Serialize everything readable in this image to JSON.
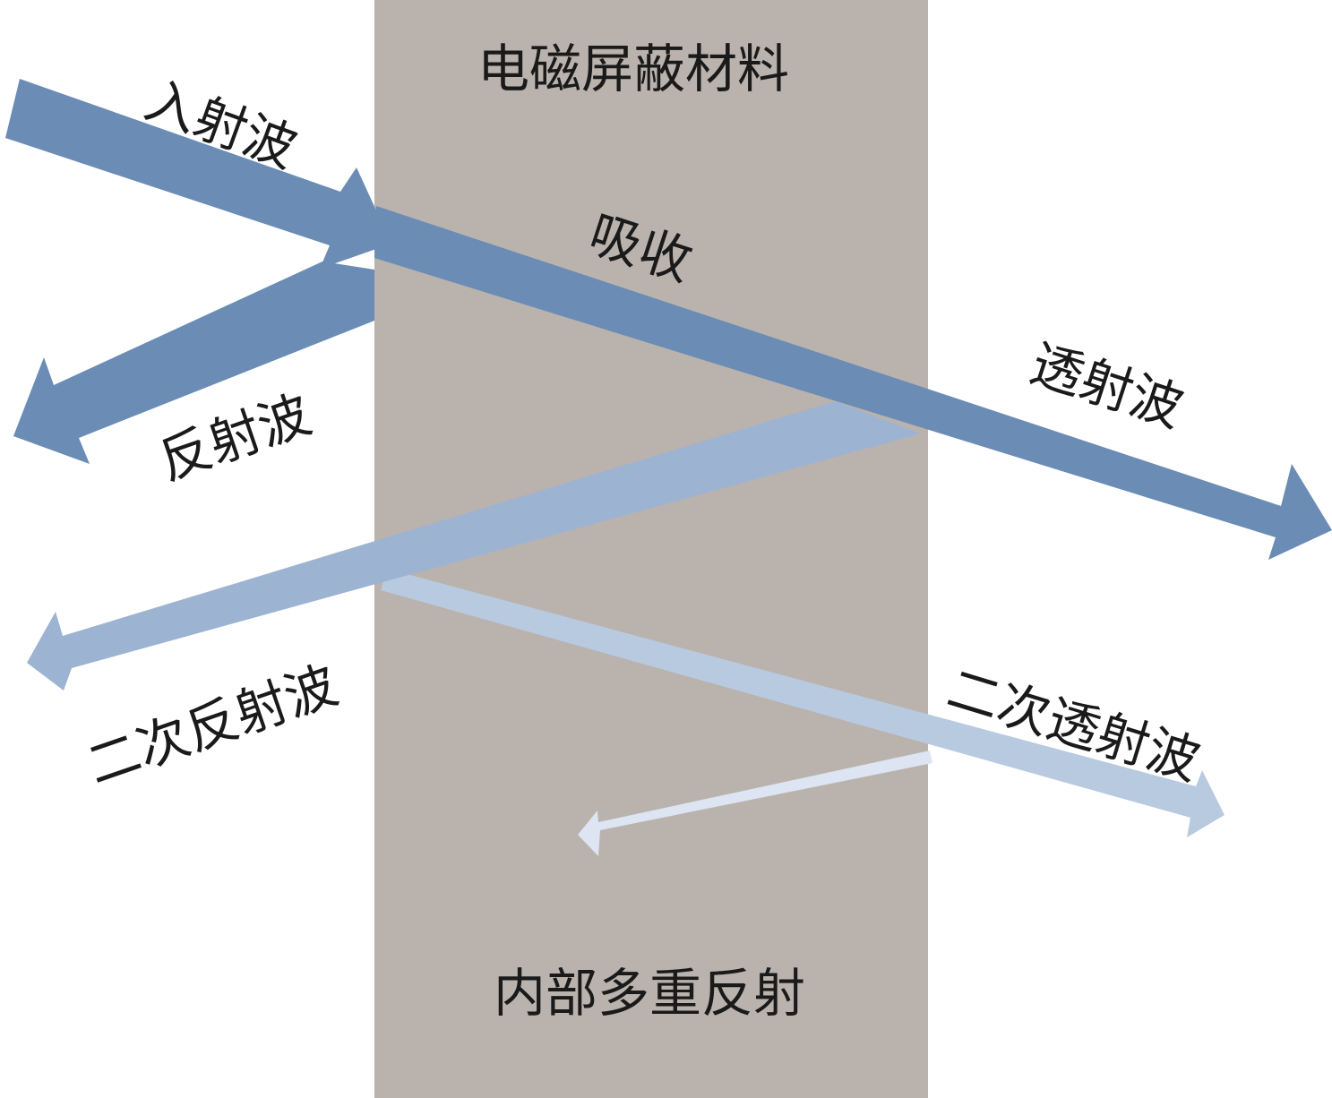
{
  "labels": {
    "material": "电磁屏蔽材料",
    "incident": "入射波",
    "absorption": "吸收",
    "reflected": "反射波",
    "transmitted": "透射波",
    "secondary_reflected": "二次反射波",
    "secondary_transmitted": "二次透射波",
    "internal_reflection": "内部多重反射"
  },
  "colors": {
    "material": "#bab2ad",
    "primary_wave": "#6a8cb5",
    "secondary_wave": "#9db3d2",
    "tertiary_wave": "#b8cae0",
    "internal_wave": "#dce5f1",
    "text": "#1a1a1a"
  }
}
